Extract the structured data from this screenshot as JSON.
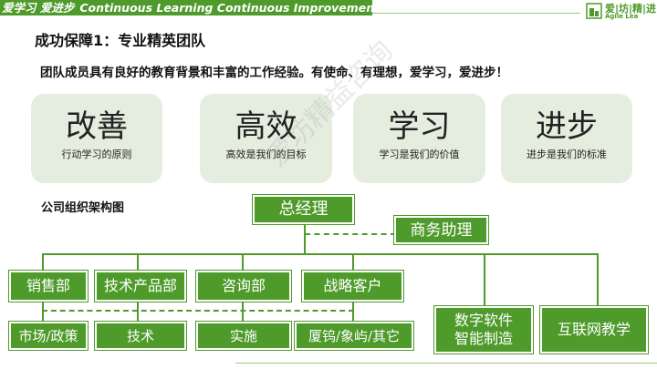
{
  "header": {
    "slogan_cn": "爱学习 爱进步",
    "slogan_en": "Continuous Learning Continuous Improvement",
    "logo_cn": "爱|坊|精|进",
    "logo_en": "Agile Lea"
  },
  "page": {
    "title": "成功保障1：专业精英团队",
    "intro": "团队成员具有良好的教育背景和丰富的工作经验。有使命、有理想，爱学习，爱进步！"
  },
  "values": [
    {
      "big": "改善",
      "small": "行动学习的原则"
    },
    {
      "big": "高效",
      "small": "高效是我们的目标"
    },
    {
      "big": "学习",
      "small": "学习是我们的价值"
    },
    {
      "big": "进步",
      "small": "进步是我们的标准"
    }
  ],
  "watermark": "爱坊精益咨询",
  "org": {
    "label": "公司组织架构图",
    "gm": "总经理",
    "assistant": "商务助理",
    "departments": [
      {
        "name": "销售部",
        "sub": "市场/政策"
      },
      {
        "name": "技术产品部",
        "sub": "技术"
      },
      {
        "name": "咨询部",
        "sub": "实施"
      },
      {
        "name": "战略客户",
        "sub": "厦钨/象屿/其它"
      }
    ],
    "extra": [
      {
        "line1": "数字软件",
        "line2": "智能制造"
      },
      {
        "line1": "互联网教学"
      }
    ]
  },
  "colors": {
    "brand_green": "#4e9a2a",
    "card_bg": "#e5eddf"
  }
}
